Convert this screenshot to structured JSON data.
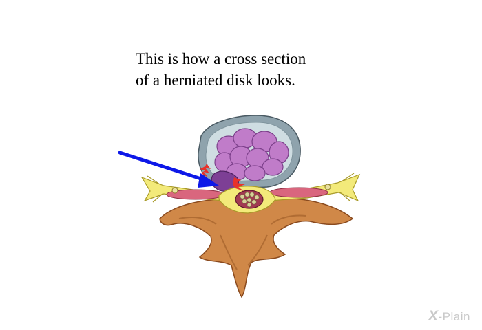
{
  "caption": {
    "line1": "This is how a cross section",
    "line2": "of a herniated disk looks."
  },
  "logo": {
    "mark": "X",
    "text": "-Plain"
  },
  "colors": {
    "bone": "#d08848",
    "bone_dark": "#8a4a1e",
    "disc_ring": "#8fa3ad",
    "disc_ring_inner": "#cfdde2",
    "nucleus": "#c07cc9",
    "nucleus_dark": "#7b3f8a",
    "herniation": "#7d3f95",
    "nerve": "#f3ea7a",
    "nerve_root": "#d9667e",
    "pain": "#e8322a",
    "arrow": "#0d18e8",
    "logo": "#c9c9c9"
  }
}
